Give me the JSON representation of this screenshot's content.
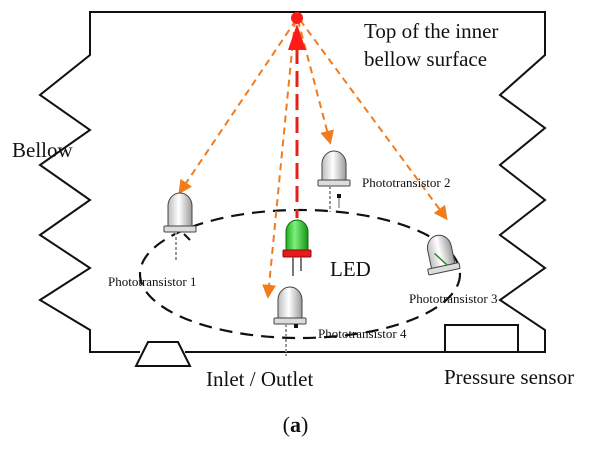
{
  "labels": {
    "top_line1": "Top of the inner",
    "top_line2": "bellow surface",
    "bellow": "Bellow",
    "led": "LED",
    "pt1": "Phototransistor 1",
    "pt2": "Phototransistor 2",
    "pt3": "Phototransistor 3",
    "pt4": "Phototransistor 4",
    "inlet": "Inlet / Outlet",
    "pressure": "Pressure sensor"
  },
  "caption": {
    "open": "(",
    "letter": "a",
    "close": ")"
  },
  "colors": {
    "source_dot": "#ff1a1a",
    "led_beam": "#e8201a",
    "light_rays": "#f07c1e",
    "led_body": "#3ed63e",
    "led_base": "#e81a1a",
    "outline": "#111111"
  }
}
